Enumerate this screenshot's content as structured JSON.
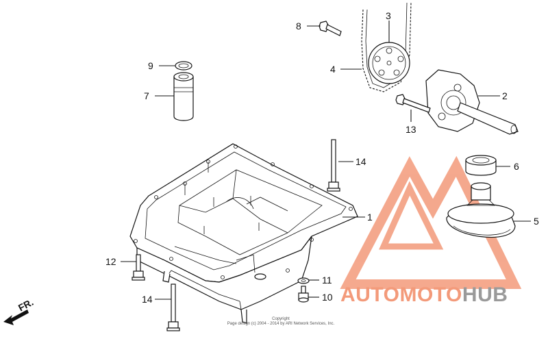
{
  "callouts": [
    {
      "id": "1",
      "label": "1"
    },
    {
      "id": "2",
      "label": "2"
    },
    {
      "id": "3",
      "label": "3"
    },
    {
      "id": "4",
      "label": "4"
    },
    {
      "id": "5",
      "label": "5"
    },
    {
      "id": "6",
      "label": "6"
    },
    {
      "id": "7",
      "label": "7"
    },
    {
      "id": "8",
      "label": "8"
    },
    {
      "id": "9",
      "label": "9"
    },
    {
      "id": "10",
      "label": "10"
    },
    {
      "id": "11",
      "label": "11"
    },
    {
      "id": "12",
      "label": "12"
    },
    {
      "id": "13",
      "label": "13"
    },
    {
      "id": "14a",
      "label": "14"
    },
    {
      "id": "14b",
      "label": "14"
    }
  ],
  "direction_marker": {
    "label": "FR."
  },
  "copyright": {
    "line1": "Copyright",
    "line2": "Page design (c) 2004 - 2014 by ARI Network Services, Inc."
  },
  "watermark": {
    "part1": "AUTOMOTO",
    "part2": "HUB",
    "color_primary": "#f39a7a",
    "color_secondary": "#9a9a9a"
  }
}
